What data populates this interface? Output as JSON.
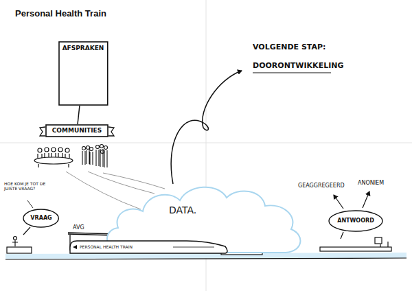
{
  "diagram": {
    "title": "Personal Health Train",
    "nodes": [
      {
        "text": [
          "AFSPRAKEN"
        ]
      },
      {
        "text": [
          "COMMUNITIES"
        ]
      },
      {
        "text": [
          "DATA."
        ]
      },
      {
        "text": [
          "PERSONAL HEALTH TRAIN"
        ]
      },
      {
        "text": [
          "VRAAG"
        ]
      },
      {
        "text": [
          "ANTWOORD"
        ]
      }
    ],
    "edges": [
      {
        "from": 1,
        "to": 0,
        "arrow": "none"
      }
    ],
    "labels": [
      "HOE KOM JE TOT DE JUISTE VRAAG?",
      "AVG",
      "VOLGENDE STAP:",
      "DOORONTWIKKELING",
      "GEAGGREGEERD",
      "ANONIEM"
    ]
  }
}
